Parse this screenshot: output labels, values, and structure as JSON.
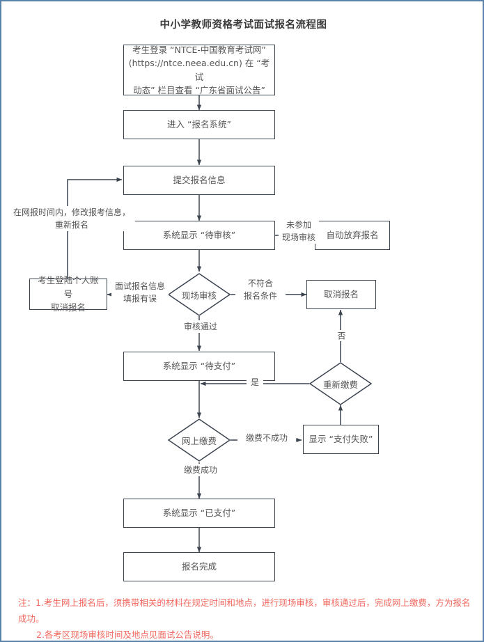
{
  "page": {
    "title": "中小学教师资格考试面试报名流程图",
    "frame_color": "#5b82a8",
    "node_border_color": "#3c4450",
    "text_color": "#555555",
    "note_color": "#f2695f"
  },
  "nodes": {
    "login": "考生登录 “NTCE-中国教育考试网”（https://ntce.neea.edu.cn）在 “考试动态” 栏目查看 “广东省面试公告”",
    "login_line1": "考生登录 “NTCE-中国教育考试网”",
    "login_line2": "(https://ntce.neea.edu.cn) 在 “考试",
    "login_line3": "动态” 栏目查看 “广东省面试公告”",
    "enter_system": "进入 “报名系统”",
    "submit_info": "提交报名信息",
    "pending_review": "系统显示 “待审核”",
    "auto_abandon": "自动放弃报名",
    "cancel_by_user_line1": "考生登陆个人账号",
    "cancel_by_user_line2": "取消报名",
    "onsite_review": "现场审核",
    "cancel_registration": "取消报名",
    "pending_payment": "系统显示 “待支付”",
    "repay": "重新缴费",
    "online_payment": "网上缴费",
    "payment_failed": "显示 “支付失败”",
    "paid": "系统显示 “已支付”",
    "done": "报名完成"
  },
  "edge_labels": {
    "modify_resubmit_line1": "在网报时间内，修改报考信息，",
    "modify_resubmit_line2": "重新报名",
    "no_attend_line1": "未参加",
    "no_attend_line2": "现场审核",
    "wrong_info_line1": "面试报名信息",
    "wrong_info_line2": "填报有误",
    "not_qualified_line1": "不符合",
    "not_qualified_line2": "报名条件",
    "review_passed": "审核通过",
    "no": "否",
    "yes": "是",
    "pay_failed": "缴费不成功",
    "pay_success": "缴费成功"
  },
  "notes": {
    "line1": "注：1.考生网上报名后，须携带相关的材料在规定时间和地点，进行现场审核，审核通过后，完成网上缴费，方为报名成功。",
    "line2": "2.各考区现场审核时间及地点见面试公告说明。"
  }
}
